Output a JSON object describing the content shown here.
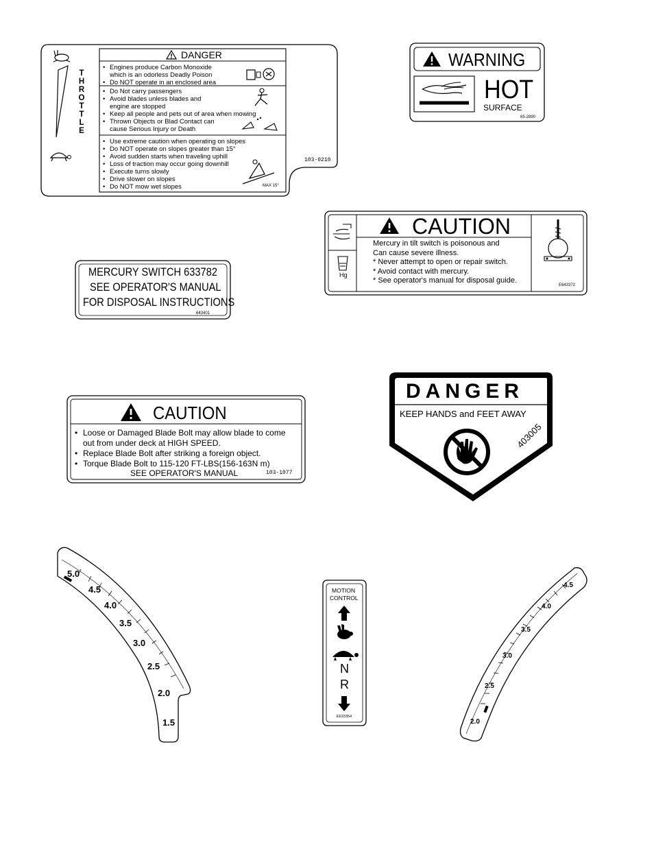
{
  "throttle_danger_decal": {
    "throttle_letters": [
      "T",
      "H",
      "R",
      "O",
      "T",
      "T",
      "L",
      "E"
    ],
    "danger_title": "DANGER",
    "section1": [
      {
        "line1": "Engines produce Carbon Monoxide",
        "line2": "which is an odorless Deadly Poison"
      },
      {
        "line1": "Do NOT operate in an enclosed area",
        "line2": ""
      }
    ],
    "section2": [
      {
        "line1": "Do Not carry passengers",
        "line2": ""
      },
      {
        "line1": "Avoid blades unless blades and",
        "line2": "engine are stopped"
      },
      {
        "line1": "Keep all people and pets out of area when mowing",
        "line2": ""
      },
      {
        "line1": "Thrown Objects or Blad Contact can",
        "line2": "cause Serious Injury or Death"
      }
    ],
    "section3": [
      "Use extreme caution when operating on slopes",
      "Do NOT operate on slopes greater than 15°",
      "Avoid sudden starts when traveling uphill",
      "Loss of traction may occur going downhill",
      "Execute turns slowly",
      "Drive slower on slopes",
      "Do NOT mow wet slopes"
    ],
    "max_label": "MAX 15°",
    "part_number": "103-0210"
  },
  "warning_hot_decal": {
    "title": "WARNING",
    "hot": "HOT",
    "surface": "SURFACE",
    "part_number": "65-2890"
  },
  "mercury_caution_decal": {
    "title": "CAUTION",
    "line1": "Mercury in tilt switch  is poisonous and",
    "line2": "Can cause severe illness.",
    "line3": "* Never attempt to open or repair switch.",
    "line4": "* Avoid contact with mercury.",
    "line5": "* See operator's manual for disposal guide.",
    "hg": "Hg",
    "part_number": "E643372"
  },
  "mercury_switch_decal": {
    "line1": "MERCURY SWITCH   633782",
    "line2": "SEE OPERATOR'S MANUAL",
    "line3": "FOR DISPOSAL INSTRUCTIONS",
    "part_number": "643401"
  },
  "blade_bolt_caution_decal": {
    "title": "CAUTION",
    "items": [
      {
        "line1": "Loose or Damaged Blade Bolt may allow blade to come",
        "line2": "out from under deck at HIGH SPEED."
      },
      {
        "line1": "Replace Blade Bolt after striking a foreign object.",
        "line2": ""
      },
      {
        "line1": "Torque Blade Bolt to 115-120 FT-LBS(156-163N m)",
        "line2": ""
      }
    ],
    "footer": "SEE OPERATOR'S MANUAL",
    "part_number": "103-1077"
  },
  "hands_feet_danger_decal": {
    "title": "DANGER",
    "subtitle": "KEEP HANDS and FEET AWAY",
    "part_number": "403005"
  },
  "left_height_scale": {
    "labels": [
      "5.0",
      "4.5",
      "4.0",
      "3.5",
      "3.0",
      "2.5",
      "2.0",
      "1.5"
    ]
  },
  "motion_control_decal": {
    "title_line1": "MOTION",
    "title_line2": "CONTROL",
    "neutral": "N",
    "reverse": "R",
    "part_number": "E633354"
  },
  "right_height_scale": {
    "labels": [
      "4.5",
      "4.0",
      "3.5",
      "3.0",
      "2.5",
      "2.0"
    ]
  }
}
